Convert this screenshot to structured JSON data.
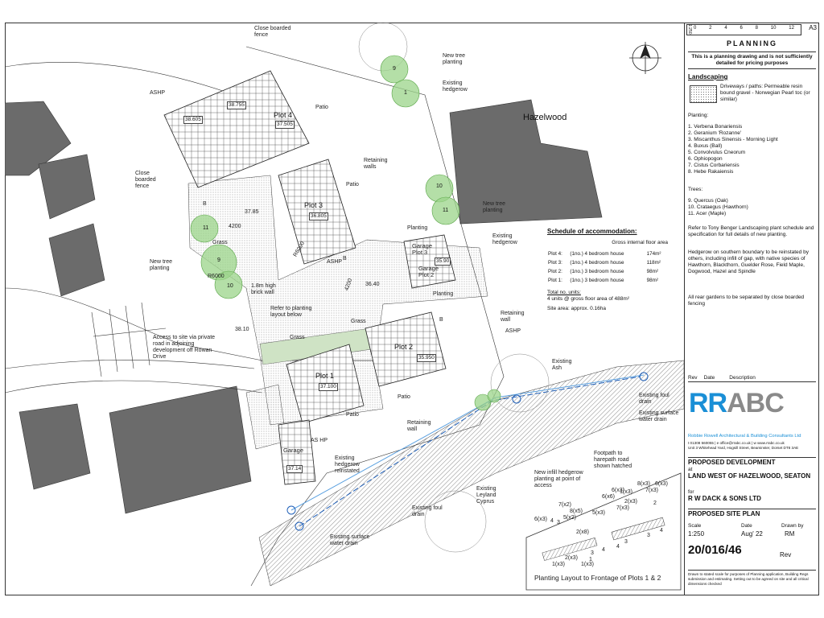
{
  "title_block": {
    "sheet_size": "A3",
    "scale_bar_label": "1:250",
    "scale_bar_ticks": [
      "0",
      "2",
      "4",
      "6",
      "8",
      "10",
      "12"
    ],
    "stage_label": "PLANNING",
    "disclaimer": "This is a planning drawing and is not sufficiently detailed for pricing purposes",
    "landscaping_heading": "Landscaping",
    "driveway_note": "Driveways / paths: Permeable resin bound gravel - Norwegian Pearl toc (or similar)",
    "planting_heading": "Planting:",
    "planting_list": [
      "1. Verbena Bonariensis",
      "2. Geranium 'Rozanne'",
      "3. Miscanthus Sinensis - Morning Light",
      "4. Buxus (Ball)",
      "5. Convolvulus Cneorum",
      "6. Ophiopogon",
      "7. Cistus Corbariensis",
      "8. Hebe Rakaiensis"
    ],
    "trees_heading": "Trees:",
    "trees_list": [
      "9. Quercus (Oak)",
      "10. Crataegus (Hawthorn)",
      "11. Acer (Maple)"
    ],
    "note1": "Refer to Tony Benger Landscaping plant schedule and specification for full details of new planting.",
    "note2": "Hedgerow on southern boundary to be reinstated by others, including infill of gap, with native species of Hawthorn, Blackthorn, Guelder Rose, Field Maple, Dogwood, Hazel and Spindle",
    "note3": "All rear gardens to be separated by close boarded fencing",
    "rev_header": [
      "Rev",
      "Date",
      "Description"
    ],
    "logo_rr": "RR",
    "logo_abc": "ABC",
    "company_name": "Robbie Rowell Architectural & Building Consultants Ltd",
    "company_contact": "t 01308 560055 | e office@rrabc.co.uk | w www.rrabc.co.uk",
    "company_address": "Unit 3 Whitehead Yard, Hogsill Street, Beaminster, Dorset DT8 3AE",
    "project_title": "PROPOSED DEVELOPMENT",
    "at_label": "at",
    "site_name": "LAND WEST OF HAZELWOOD, SEATON",
    "for_label": "for",
    "client": "R W DACK & SONS LTD",
    "drawing_title": "PROPOSED SITE PLAN",
    "scale_label": "Scale",
    "scale_value": "1:250",
    "date_label": "Date",
    "date_value": "Aug' 22",
    "drawn_label": "Drawn by",
    "drawn_value": "RM",
    "drawing_number": "20/016/46",
    "rev_label": "Rev",
    "footer_note": "Drawn to stated scale for purposes of Planning application, Building Regs submission and estimating. Setting out to be agreed on site and all critical dimensions checked"
  },
  "schedule": {
    "heading": "Schedule of accommodation:",
    "col_header": "Gross internal floor area",
    "rows": [
      {
        "plot": "Plot 4:",
        "desc": "(1no.) 4 bedroom house",
        "area": "174m²"
      },
      {
        "plot": "Plot 3:",
        "desc": "(1no.) 4 bedroom house",
        "area": "118m²"
      },
      {
        "plot": "Plot 2:",
        "desc": "(1no.) 3 bedroom house",
        "area": "98m²"
      },
      {
        "plot": "Plot 1:",
        "desc": "(1no.) 3 bedroom house",
        "area": "98m²"
      }
    ],
    "total_label": "Total no. units:",
    "total_value": "4 units @ gross floor area of 488m²",
    "site_area": "Site area: approx. 0.16ha"
  },
  "plan": {
    "hazelwood": "Hazelwood",
    "plot4": "Plot 4",
    "plot3": "Plot 3",
    "plot2": "Plot 2",
    "plot1": "Plot 1",
    "garage_p3": "Garage\nPlot 3",
    "garage_p2": "Garage\nPlot 2",
    "garage": "Garage",
    "levels": {
      "p4a": "38.755",
      "p4b": "38.605",
      "p4c": "37.505",
      "p3": "36.805",
      "p2": "35.950",
      "p1": "37.100",
      "g3": "35.90",
      "g": "37.14",
      "l1": "37.85",
      "l2": "36.40",
      "l3": "38.10"
    },
    "labels": {
      "close_fence_top": "Close boarded\nfence",
      "ashp_top": "ASHP",
      "patio4": "Patio",
      "close_fence_left": "Close\nboarded\nfence",
      "retaining_walls": "Retaining\nwalls",
      "patio3": "Patio",
      "new_tree_top": "New tree\nplanting",
      "existing_hedgerow_top": "Existing\nhedgerow",
      "new_tree_mid": "New tree\nplanting",
      "existing_hedgerow_right": "Existing\nhedgerow",
      "new_tree_left": "New tree\nplanting",
      "brick_wall": "1.8m high\nbrick wall",
      "refer_planting": "Refer to planting\nlayout below",
      "access": "Access to site via private\nroad in adjoining\ndevelopment off Rowan\nDrive",
      "ashp_mid": "ASHP",
      "ashp_right": "ASHP",
      "retaining_wall_right": "Retaining\nwall",
      "grass1": "Grass",
      "grass2": "Grass",
      "grass3": "Grass",
      "planting1": "Planting",
      "planting2": "Planting",
      "existing_ash": "Existing\nAsh",
      "existing_foul": "Existing foul\ndrain",
      "existing_surface_right": "Existing surface\nwater drain",
      "patio2": "Patio",
      "patio1": "Patio",
      "retaining_wall_bottom": "Retaining\nwall",
      "as_hp": "AS HP",
      "hedgerow_reinstated": "Existing\nhedgerow\nreinstated",
      "infill_hedgerow": "New infill hedgerow\nplanting at point of\naccess",
      "footpath": "Footpath to\nharepath road\nshown hatched",
      "existing_cyprus": "Existing\nLeyland\nCyprus",
      "existing_foul_bottom": "Existing foul\ndrain",
      "existing_surface_bottom": "Existing surface\nwater drain",
      "dim_4200a": "4200",
      "dim_6000": "R6000",
      "dim_6000b": "R6000",
      "dim_4200b": "4200",
      "b1": "B",
      "b2": "B",
      "b3": "B"
    },
    "trees": [
      "9",
      "1",
      "10",
      "11",
      "11",
      "9",
      "10"
    ],
    "planting_layout_title": "Planting Layout to Frontage of Plots 1 & 2",
    "planting_codes": [
      "6(x3)",
      "4",
      "3",
      "5(x2)",
      "7(x2)",
      "8(x5)",
      "2(x8)",
      "5(x3)",
      "6(x6)",
      "6(x3)",
      "1(x3)",
      "2(x3)",
      "7(x3)",
      "8(x3)",
      "6(x3)",
      "7(x3)",
      "2",
      "3",
      "4",
      "4",
      "2(x3)",
      "1(x3)",
      "3",
      "1(x3)",
      "1",
      "4",
      "3"
    ]
  }
}
